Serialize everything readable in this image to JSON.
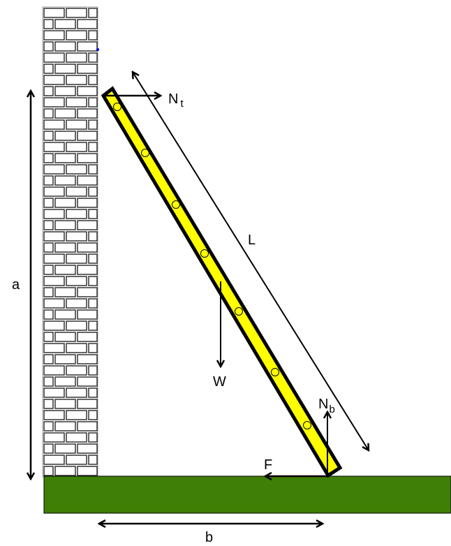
{
  "labels": {
    "top_normal": "N",
    "top_normal_sub": "t",
    "bottom_normal": "N",
    "bottom_normal_sub": "b",
    "length": "L",
    "weight": "W",
    "friction": "F",
    "height": "a",
    "base": "b"
  },
  "colors": {
    "ladder": "#ffff00",
    "ground": "#3f7f05",
    "brick_mortar": "#333333",
    "marker": "#0000ff"
  }
}
